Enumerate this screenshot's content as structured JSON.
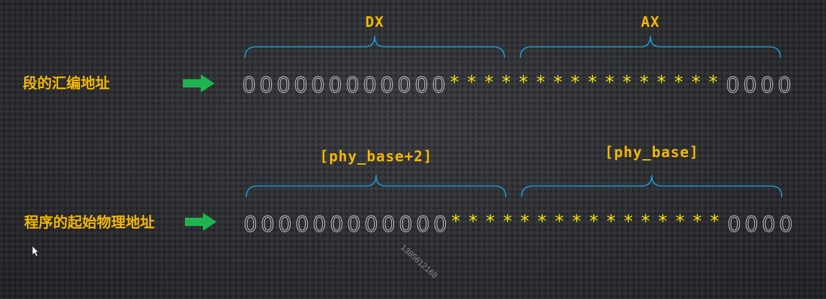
{
  "colors": {
    "label": "#f2b800",
    "brace": "#1e9bd7",
    "arrow": "#1fb44f",
    "zero": "#c9c9c9",
    "star": "#f5e20a",
    "watermark": "#8a8a8a"
  },
  "rows": [
    {
      "label": "段的汇编地址",
      "high_brace_label": "DX",
      "low_brace_label": "AX",
      "leading_zeros": 12,
      "stars": 16,
      "trailing_zeros": 4
    },
    {
      "label": "程序的起始物理地址",
      "high_brace_label": "[phy_base+2]",
      "low_brace_label": "[phy_base]",
      "leading_zeros": 12,
      "stars": 16,
      "trailing_zeros": 4
    }
  ],
  "glyphs": {
    "zero": "0",
    "star": "*",
    "arrow_icon": "right-arrow-icon",
    "cursor_icon": "mouse-pointer-icon"
  },
  "watermark": "1385612168"
}
